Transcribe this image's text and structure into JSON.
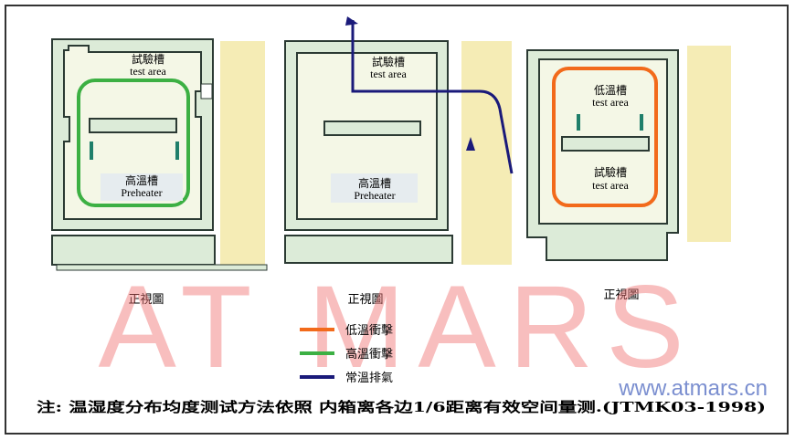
{
  "panels": [
    {
      "top_label_cn": "試驗槽",
      "top_label_en": "test area",
      "bottom_label_cn": "高溫槽",
      "bottom_label_en": "Preheater",
      "caption": "正視圖"
    },
    {
      "top_label_cn": "試驗槽",
      "top_label_en": "test area",
      "bottom_label_cn": "高溫槽",
      "bottom_label_en": "Preheater",
      "caption": "正視圖"
    },
    {
      "top_label_cn": "低溫槽",
      "top_label_en": "test area",
      "bottom_label_cn": "試驗槽",
      "bottom_label_en": "test area",
      "caption": "正視圖"
    }
  ],
  "legend": [
    {
      "label": "低溫衝擊",
      "color": "#f26a1b"
    },
    {
      "label": "高溫衝擊",
      "color": "#3cb043"
    },
    {
      "label": "常溫排氣",
      "color": "#1a1a7a"
    }
  ],
  "watermark": {
    "text": "AT MARS",
    "url": "www.atmars.cn"
  },
  "note": "注: 温湿度分布均度测试方法依照 内箱离各边1/6距离有效空间量测.(JTMK03-1998)",
  "colors": {
    "chamber_fill": "#dcebd8",
    "inner_fill": "#f4f7e6",
    "strip": "#f5ecb5",
    "outline": "#2b3a33",
    "sensor": "#1f7f6a"
  }
}
